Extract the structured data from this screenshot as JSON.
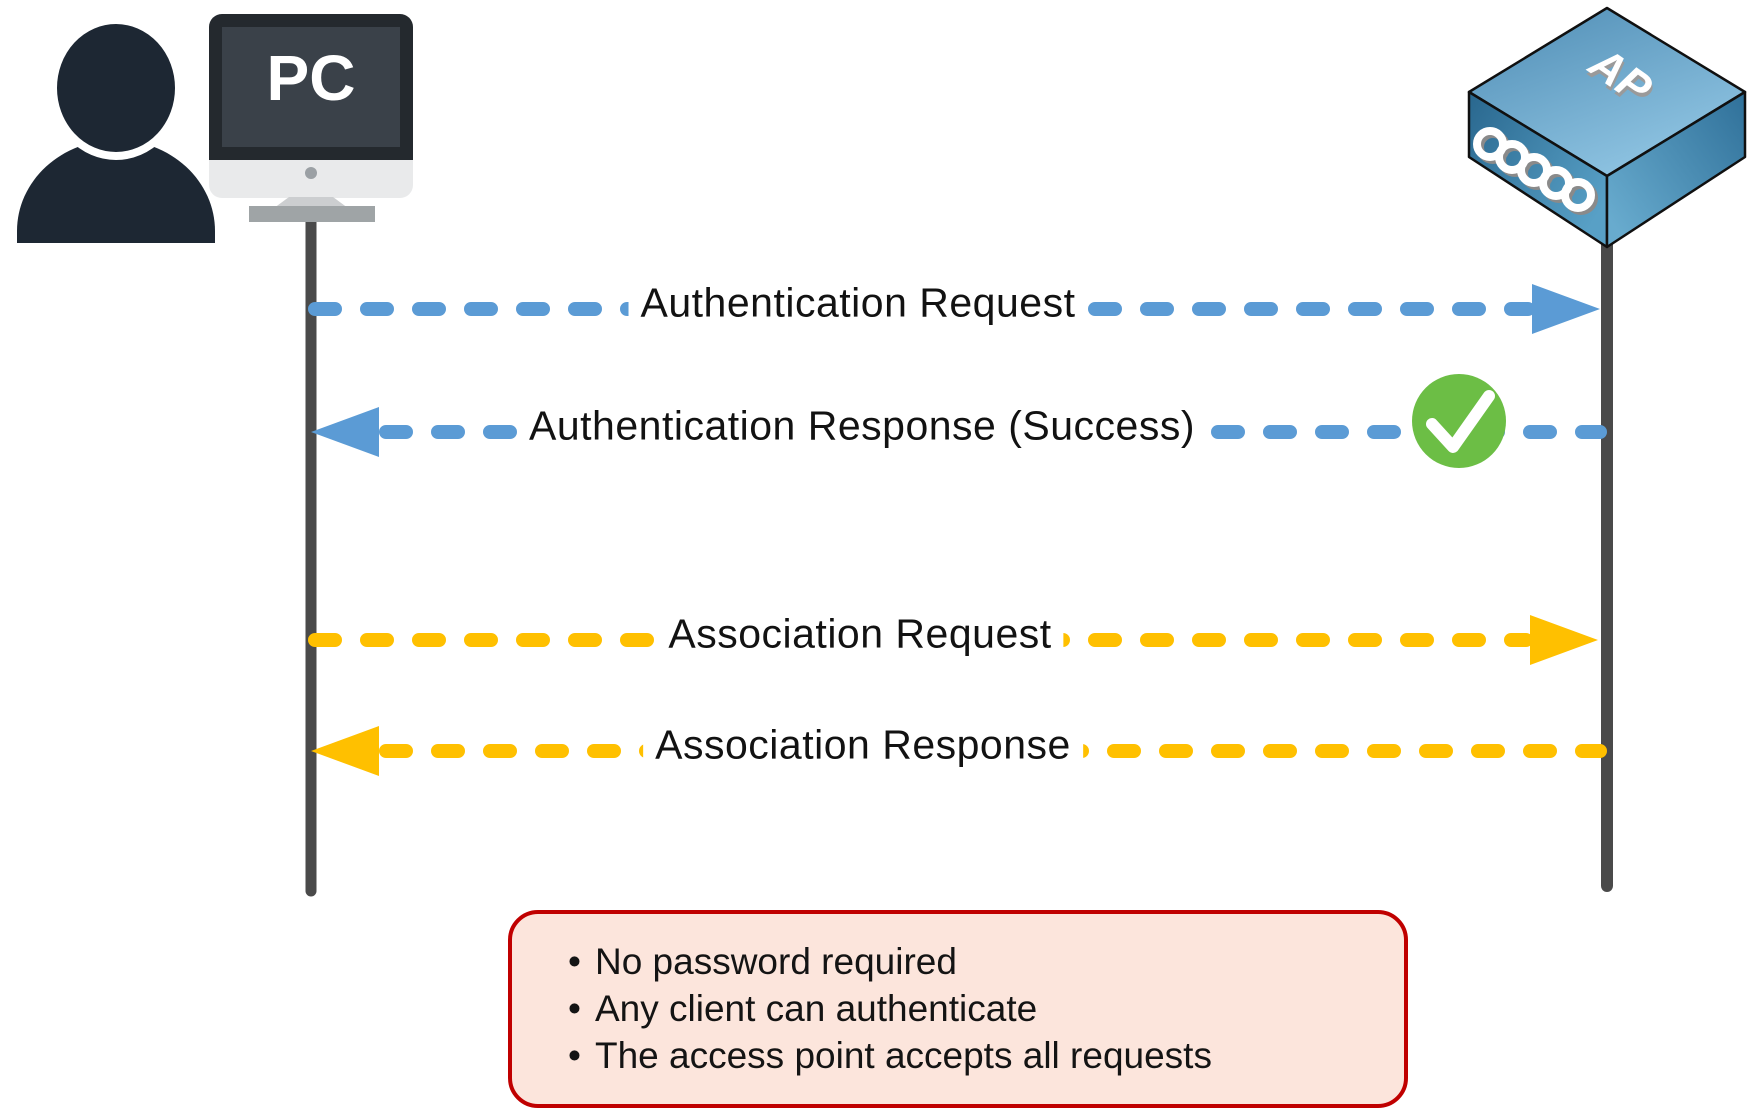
{
  "diagram": {
    "actors": {
      "client": {
        "label": "PC"
      },
      "access_point": {
        "label": "AP"
      }
    },
    "messages": [
      {
        "label": "Authentication Request",
        "from": "PC",
        "to": "AP",
        "style": "blue-dashed"
      },
      {
        "label": "Authentication Response (Success)",
        "from": "AP",
        "to": "PC",
        "style": "blue-dashed",
        "badge": "success-check"
      },
      {
        "label": "Association Request",
        "from": "PC",
        "to": "AP",
        "style": "yellow-dashed"
      },
      {
        "label": "Association Response",
        "from": "AP",
        "to": "PC",
        "style": "yellow-dashed"
      }
    ],
    "note": {
      "bullet": "•",
      "items": [
        "No password required",
        "Any client can authenticate",
        "The access point accepts all requests"
      ]
    },
    "colors": {
      "message_blue": "#5B9BD5",
      "message_yellow": "#FFC000",
      "success_green": "#6CBE45",
      "lifeline_gray": "#4A4A4A",
      "icon_dark": "#1D2733",
      "note_fill": "#FCE5DC",
      "note_border": "#C00000"
    }
  }
}
